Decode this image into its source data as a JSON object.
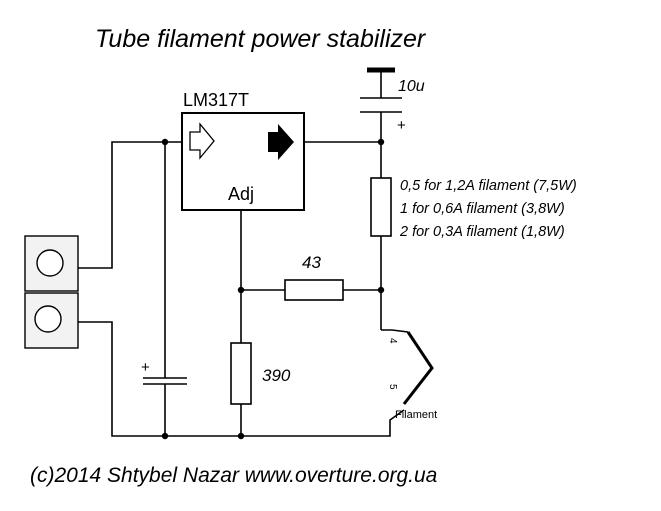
{
  "title": "Tube filament power stabilizer",
  "footer": "(c)2014 Shtybel Nazar  www.overture.org.ua",
  "regulator": {
    "name": "LM317T",
    "adj_label": "Adj"
  },
  "capacitor_top": {
    "value": "10u",
    "polarity": "+"
  },
  "capacitor_bottom": {
    "polarity": "+"
  },
  "resistor_adj_feedback": {
    "value": "43"
  },
  "resistor_ground": {
    "value": "390"
  },
  "resistor_series_options": [
    "0,5   for 1,2A filament (7,5W)",
    "1   for 0,6A filament (3,8W)",
    "2   for 0,3A filament (1,8W)"
  ],
  "filament": {
    "label": "Filament",
    "pin_top": "4",
    "pin_bottom": "5"
  },
  "icons": [
    "input-arrow-icon",
    "output-arrow-icon",
    "input-jack-icon"
  ],
  "colors": {
    "ink": "#000000",
    "background": "#ffffff",
    "jack_fill": "#f2f2f2"
  }
}
